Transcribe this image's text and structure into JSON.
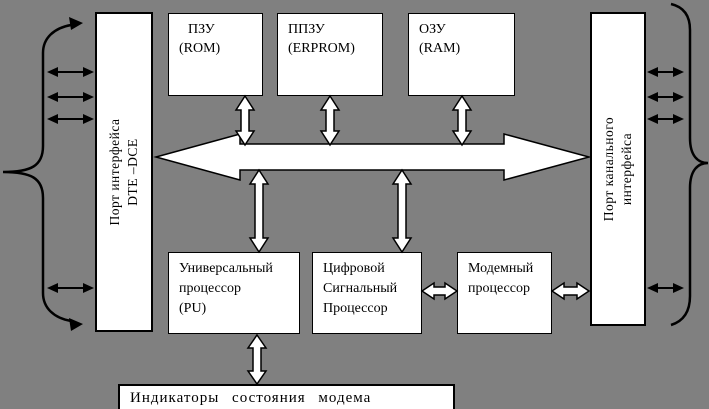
{
  "colors": {
    "background": "#808080",
    "box_fill": "#ffffff",
    "stroke": "#000000",
    "arrow_fill": "#ffffff",
    "text": "#000000"
  },
  "boxes": {
    "dte_port": {
      "line1": "Порт интерфейса",
      "line2": "DTE –DCE"
    },
    "rom": {
      "line1": "ПЗУ",
      "line2": "(ROM)"
    },
    "eprom": {
      "line1": "ППЗУ",
      "line2": "(ERPROM)"
    },
    "ram": {
      "line1": "ОЗУ",
      "line2": "(RAM)"
    },
    "channel_port": {
      "line1": "Порт канального",
      "line2": "интерфейса"
    },
    "universal_processor": {
      "line1": "Универсальный",
      "line2": "процессор",
      "line3": "(PU)"
    },
    "dsp": {
      "line1": "Цифровой",
      "line2": "Сигнальный",
      "line3": "Процессор"
    },
    "modem_processor": {
      "line1": "Модемный",
      "line2": "процессор"
    },
    "indicators": {
      "label": "Индикаторы состояния модема"
    }
  }
}
